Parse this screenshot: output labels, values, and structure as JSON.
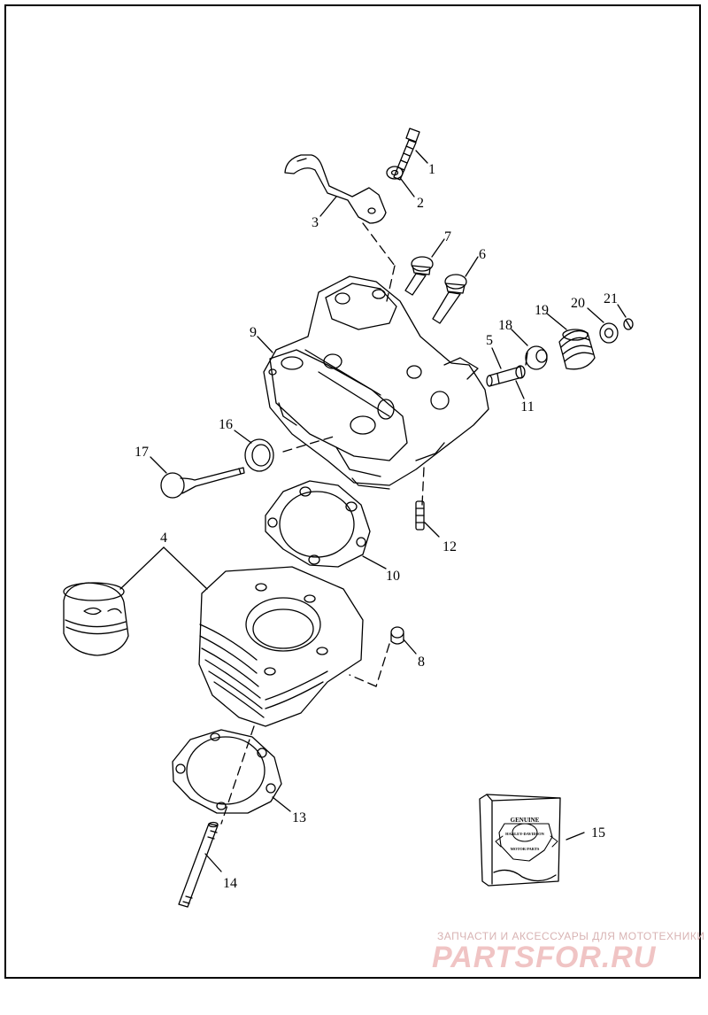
{
  "callouts": [
    "1",
    "2",
    "3",
    "4",
    "5",
    "6",
    "7",
    "8",
    "9",
    "10",
    "11",
    "12",
    "13",
    "14",
    "15",
    "16",
    "17",
    "18",
    "19",
    "20",
    "21"
  ],
  "kit_box": {
    "badge_top": "GENUINE",
    "badge_mid": "HARLEY-DAVIDSON",
    "badge_bottom": "MOTOR PARTS"
  },
  "watermark": {
    "tagline": "ЗАПЧАСТИ И АКСЕССУАРЫ ДЛЯ МОТОТЕХНИКИ",
    "site": "PARTSFOR.RU"
  },
  "colors": {
    "line": "#000000",
    "background": "#ffffff",
    "watermark": "#f0c4c4"
  }
}
